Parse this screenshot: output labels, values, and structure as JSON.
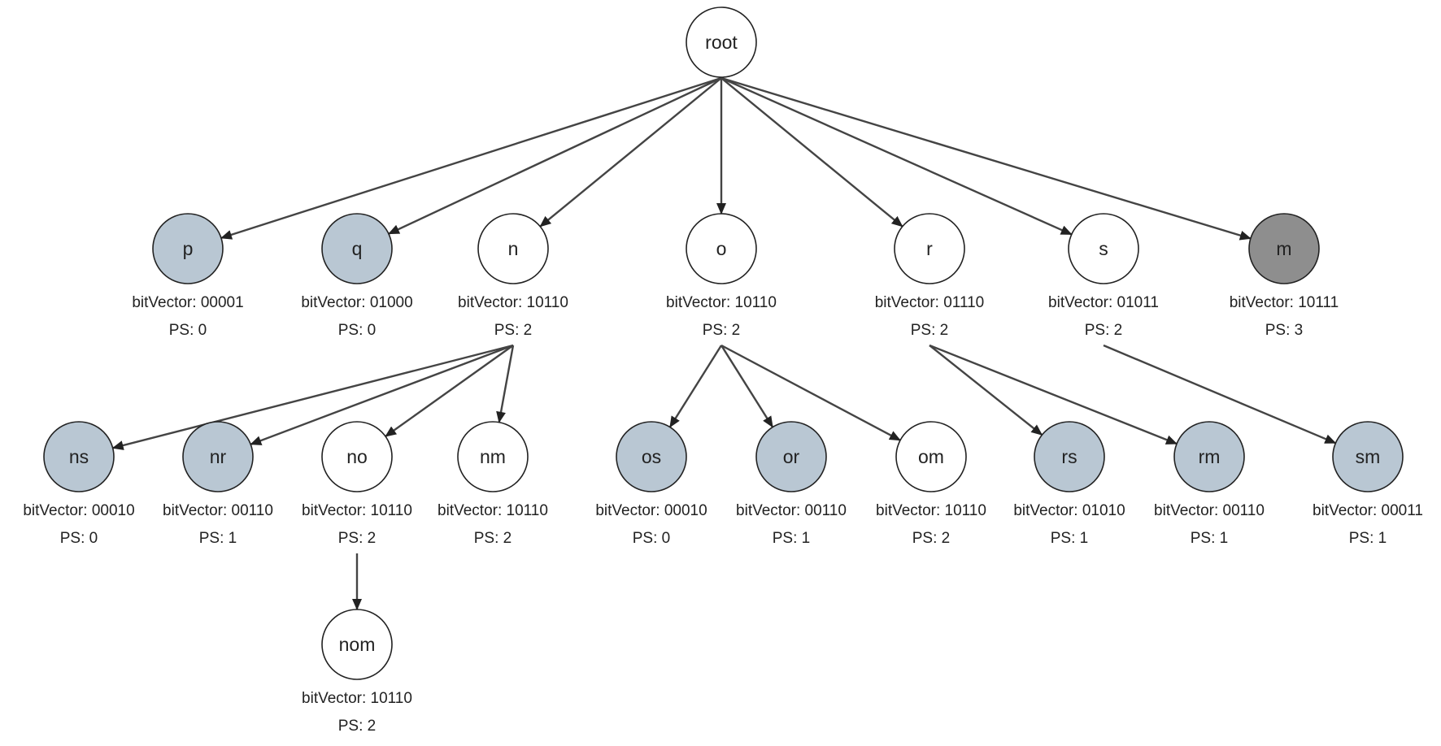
{
  "colors": {
    "plain": "#ffffff",
    "highlight": "#b9c7d3",
    "dark": "#8e8e8e",
    "stroke": "#222222",
    "edge": "#444444"
  },
  "nodes": [
    {
      "id": "root",
      "label": "root",
      "fill": "plain"
    },
    {
      "id": "p",
      "label": "p",
      "bitvector": "bitVector: 00001",
      "ps": "PS: 0",
      "fill": "highlight"
    },
    {
      "id": "q",
      "label": "q",
      "bitvector": "bitVector: 01000",
      "ps": "PS: 0",
      "fill": "highlight"
    },
    {
      "id": "n",
      "label": "n",
      "bitvector": "bitVector: 10110",
      "ps": "PS: 2",
      "fill": "plain"
    },
    {
      "id": "o",
      "label": "o",
      "bitvector": "bitVector: 10110",
      "ps": "PS: 2",
      "fill": "plain"
    },
    {
      "id": "r",
      "label": "r",
      "bitvector": "bitVector: 01110",
      "ps": "PS: 2",
      "fill": "plain"
    },
    {
      "id": "s",
      "label": "s",
      "bitvector": "bitVector: 01011",
      "ps": "PS: 2",
      "fill": "plain"
    },
    {
      "id": "m",
      "label": "m",
      "bitvector": "bitVector: 10111",
      "ps": "PS: 3",
      "fill": "dark"
    },
    {
      "id": "ns",
      "label": "ns",
      "bitvector": "bitVector: 00010",
      "ps": "PS: 0",
      "fill": "highlight"
    },
    {
      "id": "nr",
      "label": "nr",
      "bitvector": "bitVector: 00110",
      "ps": "PS: 1",
      "fill": "highlight"
    },
    {
      "id": "no",
      "label": "no",
      "bitvector": "bitVector: 10110",
      "ps": "PS: 2",
      "fill": "plain"
    },
    {
      "id": "nm",
      "label": "nm",
      "bitvector": "bitVector: 10110",
      "ps": "PS: 2",
      "fill": "plain"
    },
    {
      "id": "os",
      "label": "os",
      "bitvector": "bitVector: 00010",
      "ps": "PS: 0",
      "fill": "highlight"
    },
    {
      "id": "or",
      "label": "or",
      "bitvector": "bitVector: 00110",
      "ps": "PS: 1",
      "fill": "highlight"
    },
    {
      "id": "om",
      "label": "om",
      "bitvector": "bitVector: 10110",
      "ps": "PS: 2",
      "fill": "plain"
    },
    {
      "id": "rs",
      "label": "rs",
      "bitvector": "bitVector: 01010",
      "ps": "PS: 1",
      "fill": "highlight"
    },
    {
      "id": "rm",
      "label": "rm",
      "bitvector": "bitVector: 00110",
      "ps": "PS: 1",
      "fill": "highlight"
    },
    {
      "id": "sm",
      "label": "sm",
      "bitvector": "bitVector: 00011",
      "ps": "PS: 1",
      "fill": "highlight"
    },
    {
      "id": "nom",
      "label": "nom",
      "bitvector": "bitVector: 10110",
      "ps": "PS: 2",
      "fill": "plain"
    }
  ],
  "edges": [
    {
      "from": "root",
      "to": "p"
    },
    {
      "from": "root",
      "to": "q"
    },
    {
      "from": "root",
      "to": "n"
    },
    {
      "from": "root",
      "to": "o"
    },
    {
      "from": "root",
      "to": "r"
    },
    {
      "from": "root",
      "to": "s"
    },
    {
      "from": "root",
      "to": "m"
    },
    {
      "from": "n",
      "to": "ns"
    },
    {
      "from": "n",
      "to": "nr"
    },
    {
      "from": "n",
      "to": "no"
    },
    {
      "from": "n",
      "to": "nm"
    },
    {
      "from": "o",
      "to": "os"
    },
    {
      "from": "o",
      "to": "or"
    },
    {
      "from": "o",
      "to": "om"
    },
    {
      "from": "r",
      "to": "rs"
    },
    {
      "from": "r",
      "to": "rm"
    },
    {
      "from": "s",
      "to": "sm"
    },
    {
      "from": "no",
      "to": "nom"
    }
  ]
}
